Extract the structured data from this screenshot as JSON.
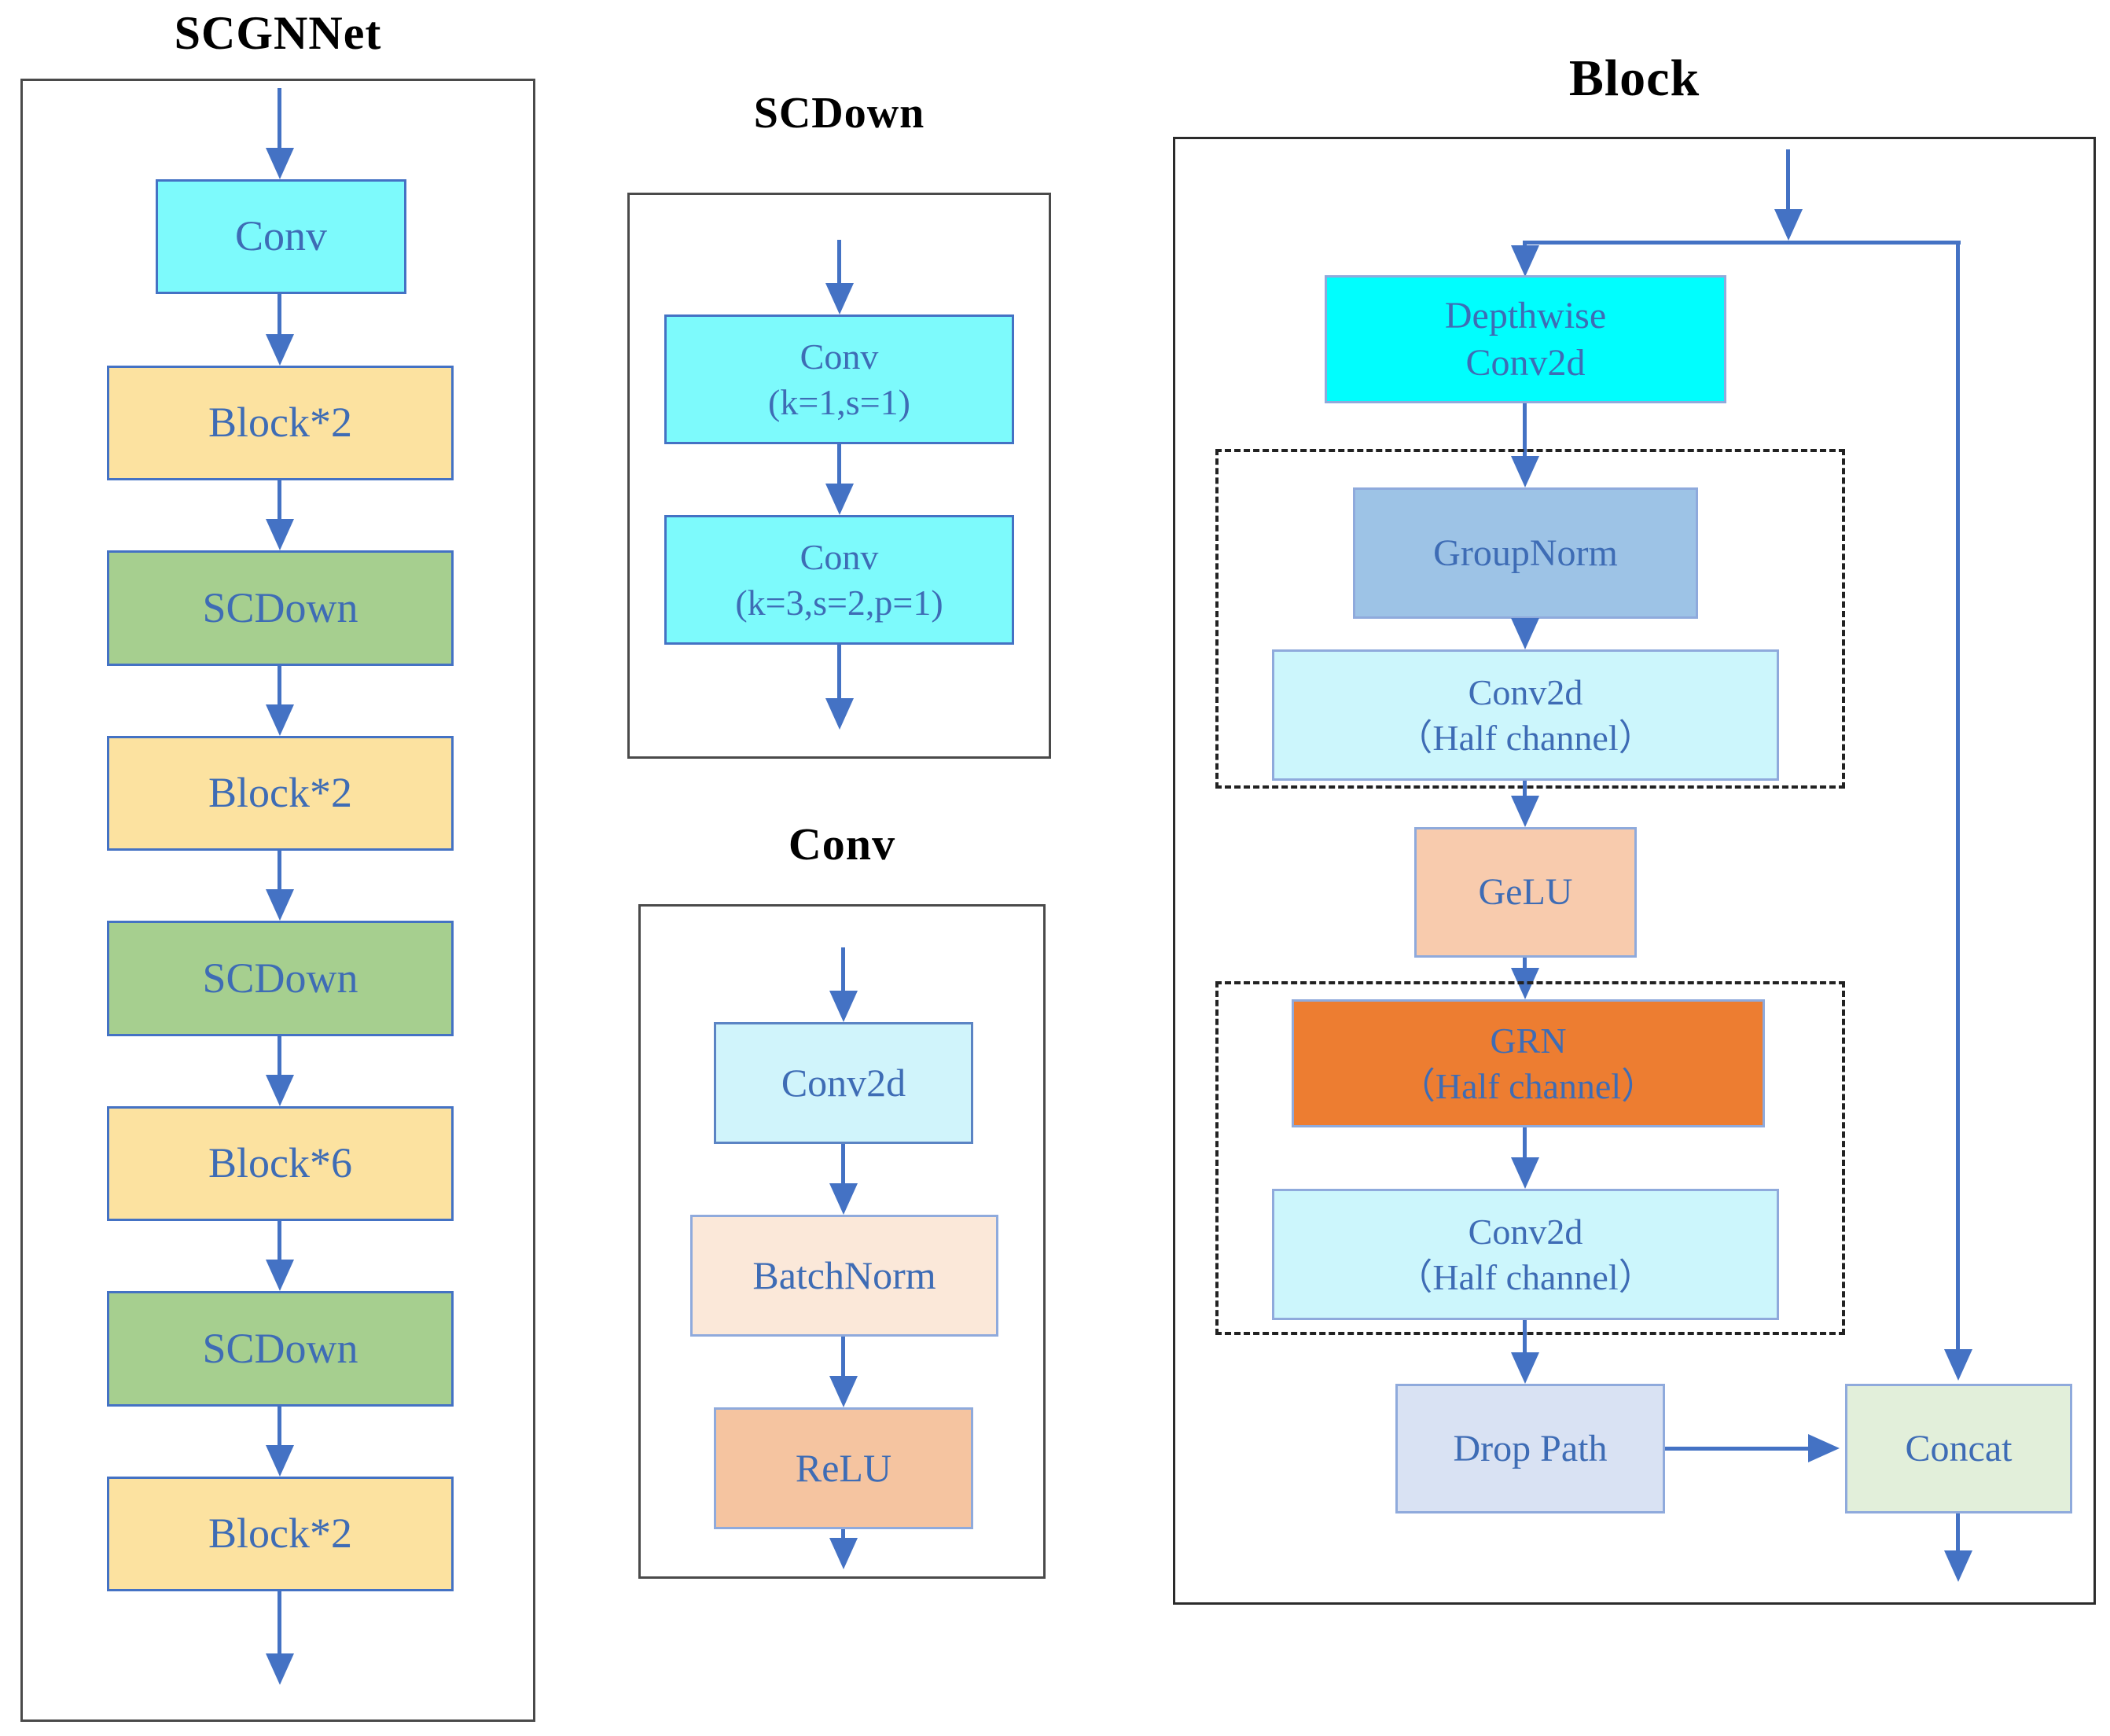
{
  "diagram": {
    "kind": "neural-network-architecture-flowchart"
  },
  "panels": {
    "scgnnet": {
      "title": "SCGNNet",
      "boxes": [
        {
          "label": "Conv",
          "color": "#7dfafc"
        },
        {
          "label": "Block*2",
          "color": "#fce2a0"
        },
        {
          "label": "SCDown",
          "color": "#a6cf8f"
        },
        {
          "label": "Block*2",
          "color": "#fce2a0"
        },
        {
          "label": "SCDown",
          "color": "#a6cf8f"
        },
        {
          "label": "Block*6",
          "color": "#fce2a0"
        },
        {
          "label": "SCDown",
          "color": "#a6cf8f"
        },
        {
          "label": "Block*2",
          "color": "#fce2a0"
        }
      ]
    },
    "scdown": {
      "title": "SCDown",
      "boxes": [
        {
          "line1": "Conv",
          "line2": "(k=1,s=1)",
          "color": "#7dfafc"
        },
        {
          "line1": "Conv",
          "line2": "(k=3,s=2,p=1)",
          "color": "#7dfafc"
        }
      ]
    },
    "conv": {
      "title": "Conv",
      "boxes": [
        {
          "label": "Conv2d",
          "color": "#d0f4fb"
        },
        {
          "label": "BatchNorm",
          "color": "#fbe8d9"
        },
        {
          "label": "ReLU",
          "color": "#f5c4a0"
        }
      ]
    },
    "block": {
      "title": "Block",
      "nodes": {
        "depthwise": {
          "line1": "Depthwise",
          "line2": "Conv2d",
          "color": "#00fefe"
        },
        "groupnorm": {
          "label": "GroupNorm",
          "color": "#9dc3e6"
        },
        "conv2d_half_1": {
          "line1": "Conv2d",
          "line2": "（Half channel）",
          "color": "#ccf6fc"
        },
        "gelu": {
          "label": "GeLU",
          "color": "#f8cbad"
        },
        "grn": {
          "line1": "GRN",
          "line2": "（Half channel）",
          "color": "#ed7d31"
        },
        "conv2d_half_2": {
          "line1": "Conv2d",
          "line2": "（Half channel）",
          "color": "#ccf6fc"
        },
        "drop_path": {
          "label": "Drop Path",
          "color": "#d9e2f3"
        },
        "concat": {
          "label": "Concat",
          "color": "#e2efda"
        }
      }
    }
  },
  "colors": {
    "arrow": "#4472c4",
    "label_text": "#3e6cb5",
    "title_text": "#000000",
    "panel_border": "#4a4a4a",
    "dashed_border": "#222222",
    "box_border_strong": "#4472c4",
    "box_border_light": "#8faadc"
  }
}
